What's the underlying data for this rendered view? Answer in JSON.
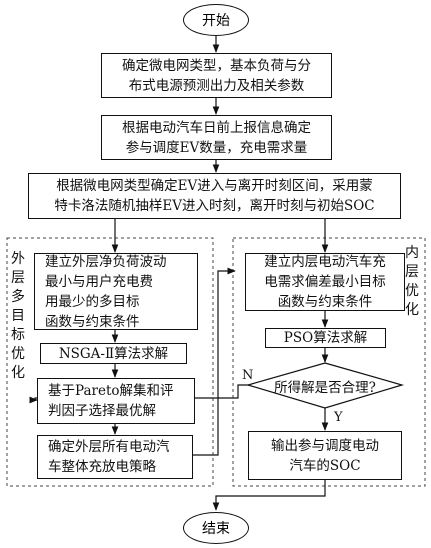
{
  "start": "开始",
  "end": "结束",
  "steps": {
    "s1": "确定微电网类型，基本负荷与分\n布式电源预测出力及相关参数",
    "s2": "根据电动汽车日前上报信息确定\n参与调度EV数量，充电需求量",
    "s3": "根据微电网类型确定EV进入与离开时刻区间，采用蒙\n特卡洛法随机抽样EV进入时刻，离开时刻与初始SOC"
  },
  "outer": {
    "label": "外层多目标优化",
    "objective": "建立外层净负荷波动\n最小与用户充电费\n用最少的多目标\n函数与约束条件",
    "solver": "NSGA-Ⅱ算法求解",
    "pareto": "基于Pareto解集和评\n判因子选择最优解",
    "strategy": "确定外层所有电动汽\n车整体充放电策略"
  },
  "inner": {
    "label": "内层优化",
    "objective": "建立内层电动汽车充\n电需求偏差最小目标\n函数与约束条件",
    "solver": "PSO算法求解",
    "decision": "所得解是否合理?",
    "output": "输出参与调度电动\n汽车的SOC",
    "no": "N",
    "yes": "Y"
  }
}
